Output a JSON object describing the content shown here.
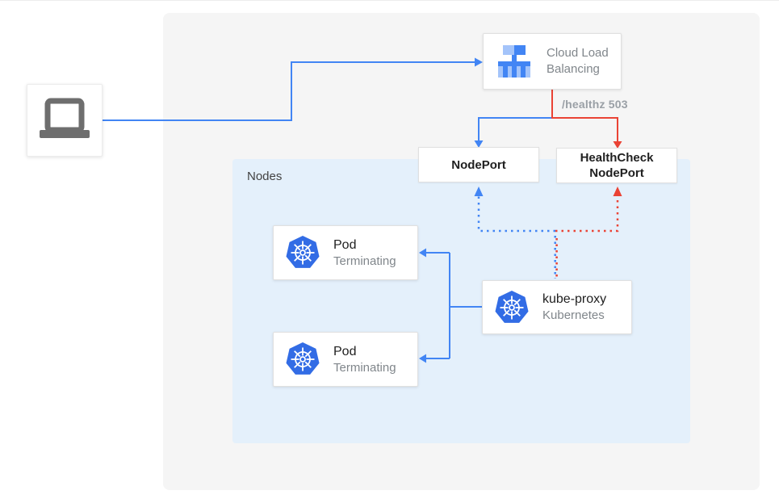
{
  "diagram": {
    "nodes_container_label": "Nodes",
    "cloud_load_balancing": {
      "line1": "Cloud Load",
      "line2": "Balancing"
    },
    "nodeport": {
      "label": "NodePort"
    },
    "healthcheck_nodeport": {
      "line1": "HealthCheck",
      "line2": "NodePort"
    },
    "pod1": {
      "title": "Pod",
      "subtitle": "Terminating"
    },
    "pod2": {
      "title": "Pod",
      "subtitle": "Terminating"
    },
    "kube_proxy": {
      "title": "kube-proxy",
      "subtitle": "Kubernetes"
    },
    "edge_label": "/healthz 503"
  },
  "colors": {
    "blue": "#4285f4",
    "red": "#ea4335",
    "panel_bg": "#f5f5f5",
    "nodes_bg": "#e4f0fb",
    "border": "#e0e0e0",
    "text_dark": "#212121",
    "text_mid": "#424242",
    "text_gray": "#80868b",
    "label_gray": "#9aa0a6",
    "icon_gray": "#6e6e6e",
    "k8s_blue": "#326ce5",
    "clb_light": "#a4c4fa",
    "clb_med": "#4285f4"
  }
}
